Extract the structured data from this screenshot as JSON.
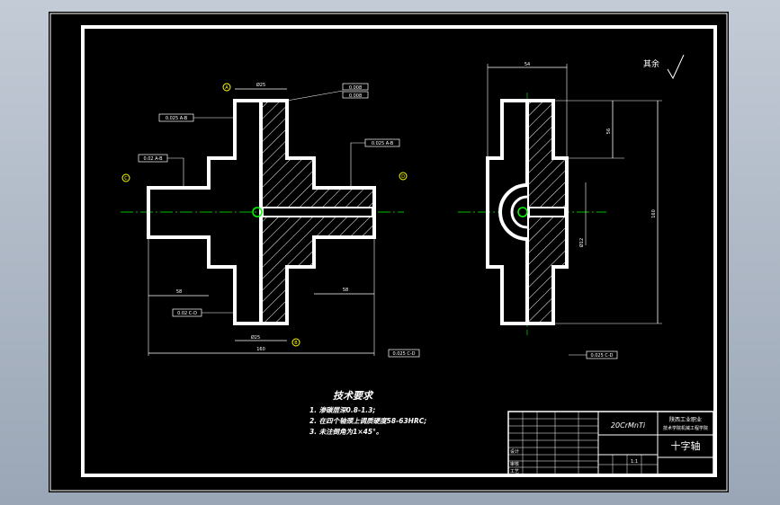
{
  "surface_finish": "其余",
  "tech_requirements": {
    "heading": "技术要求",
    "items": [
      "1. 渗碳层深0.8-1.3;",
      "2. 在四个轴颈上调质硬度58-63HRC;",
      "3. 未注倒角为1×45°。"
    ]
  },
  "title_block": {
    "material": "20CrMnTi",
    "part_name": "十字轴",
    "school_lines": [
      "陕西工业职业",
      "技术学院机械工程学院"
    ],
    "scale": "1:1",
    "row_labels": [
      "设计",
      "审核",
      "工艺"
    ]
  },
  "dimensions": {
    "left_overall": "160",
    "left_half_left": "58",
    "left_half_right": "58",
    "left_top_tol": "Ø25",
    "left_bottom_tol": "Ø25",
    "right_top": "54",
    "right_side_a": "56",
    "right_side_b": "160",
    "right_small": "Ø12"
  },
  "tolerance_frames": {
    "fcf_top_a": "0.008",
    "fcf_top_b": "0.008",
    "fcf_upper_left": "0.025 A-B",
    "fcf_upper_right": "0.025 A-B",
    "fcf_mid_left": "0.02 A-B",
    "fcf_lower_left": "0.02 C-D",
    "fcf_bottom": "0.025 C-D",
    "fcf_right": "0.025 C-D"
  },
  "datums": [
    "A",
    "B",
    "C",
    "D"
  ],
  "colors": {
    "frame": "#ffffff",
    "hatch": "#ffffff",
    "centerline": "#00ff00",
    "hole": "#00ff00",
    "sheet": "#000000"
  }
}
